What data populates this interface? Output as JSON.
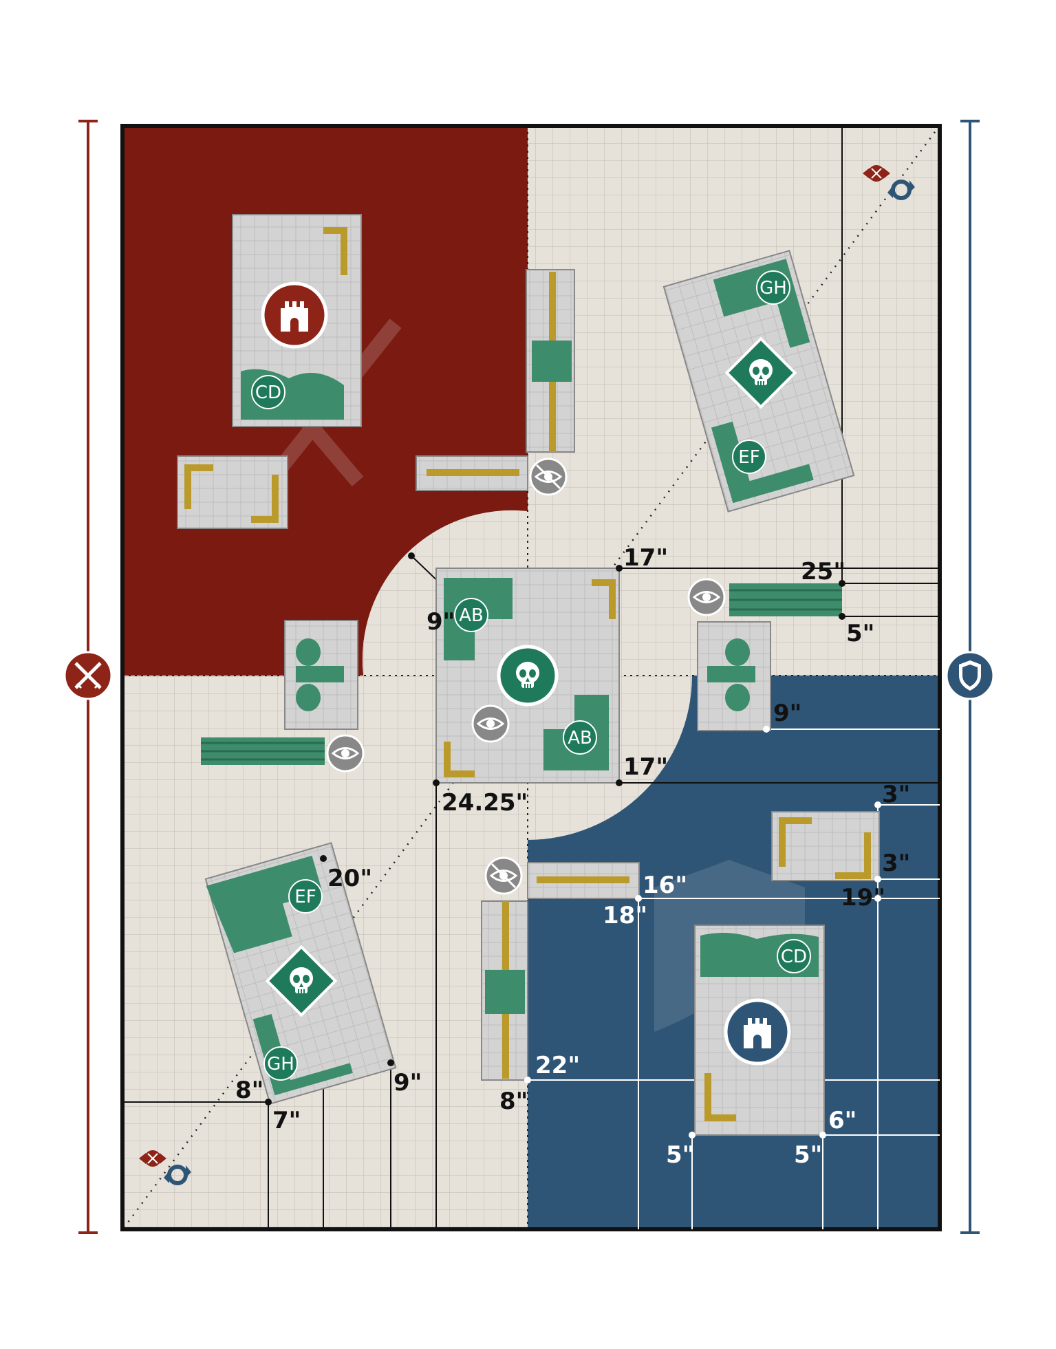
{
  "board": {
    "colors": {
      "attacker": "#7a1a10",
      "defender": "#2f5576",
      "neutral": "#e6e2da",
      "ruin": "#cfcfcf",
      "wall_green": "#3d8c6c",
      "wall_gold": "#b99a2a",
      "objective": "#1f7a5c"
    }
  },
  "sides": {
    "attacker_icon": "crossed-swords-icon",
    "defender_icon": "shield-icon"
  },
  "corner_icons": {
    "top_right": "attacker-defender-deploy-icon",
    "bottom_left": "attacker-defender-deploy-icon"
  },
  "objectives": {
    "attacker_home_icon": "castle-icon",
    "defender_home_icon": "castle-icon",
    "center_icon": "skull-icon",
    "upper_right_icon": "skull-icon",
    "lower_left_icon": "skull-icon"
  },
  "terrain_labels": {
    "center_top": "AB",
    "center_bottom": "AB",
    "attacker_ruin": "CD",
    "defender_ruin": "CD",
    "upper_right_top": "GH",
    "upper_right_bottom": "EF",
    "lower_left_top": "EF",
    "lower_left_bottom": "GH"
  },
  "hidden_markers": [
    "eye-slash-icon",
    "eye-slash-icon"
  ],
  "visible_markers": [
    "eye-icon",
    "eye-icon",
    "eye-icon"
  ],
  "measurements": {
    "m_17_top": "17\"",
    "m_25": "25\"",
    "m_5_right": "5\"",
    "m_9_left": "9\"",
    "m_9_right": "9\"",
    "m_17_bottom": "17\"",
    "m_24_25": "24.25\"",
    "m_3_top": "3\"",
    "m_3_bottom": "3\"",
    "m_19": "19\"",
    "m_16": "16\"",
    "m_18": "18\"",
    "m_20": "20\"",
    "m_9_lower": "9\"",
    "m_8_lower_left": "8\"",
    "m_7": "7\"",
    "m_22": "22\"",
    "m_8_lower": "8\"",
    "m_6": "6\"",
    "m_5_left": "5\"",
    "m_5_right_lower": "5\""
  }
}
